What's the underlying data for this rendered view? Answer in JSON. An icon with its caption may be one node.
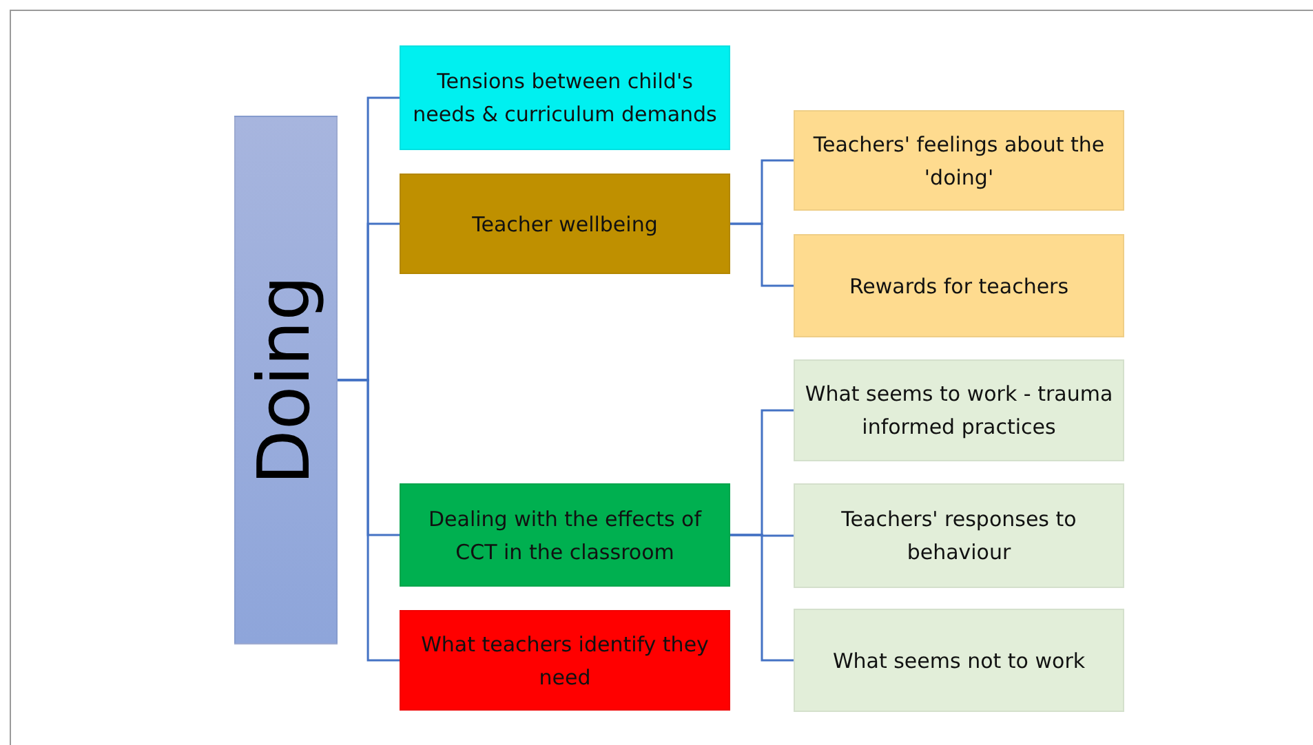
{
  "diagram": {
    "nodes": [
      {
        "text": [
          "Doing"
        ]
      },
      {
        "text": [
          "Tensions between child's needs & curriculum demands"
        ]
      },
      {
        "text": [
          "Teacher wellbeing"
        ]
      },
      {
        "text": [
          "Dealing with the effects of CCT in the classroom"
        ]
      },
      {
        "text": [
          "What teachers identify they need"
        ]
      },
      {
        "text": [
          "Teachers' feelings about the 'doing'"
        ]
      },
      {
        "text": [
          "Rewards for teachers"
        ]
      },
      {
        "text": [
          "What seems to work - trauma informed practices"
        ]
      },
      {
        "text": [
          "Teachers' responses to behaviour"
        ]
      },
      {
        "text": [
          "What seems not to work"
        ]
      }
    ],
    "edges": [
      {
        "from": 0,
        "to": 1,
        "arrow": "none"
      },
      {
        "from": 0,
        "to": 2,
        "arrow": "none"
      },
      {
        "from": 0,
        "to": 3,
        "arrow": "none"
      },
      {
        "from": 0,
        "to": 4,
        "arrow": "none"
      },
      {
        "from": 2,
        "to": 5,
        "arrow": "none"
      },
      {
        "from": 2,
        "to": 6,
        "arrow": "none"
      },
      {
        "from": 3,
        "to": 7,
        "arrow": "none"
      },
      {
        "from": 3,
        "to": 8,
        "arrow": "none"
      },
      {
        "from": 3,
        "to": 9,
        "arrow": "none"
      }
    ]
  }
}
